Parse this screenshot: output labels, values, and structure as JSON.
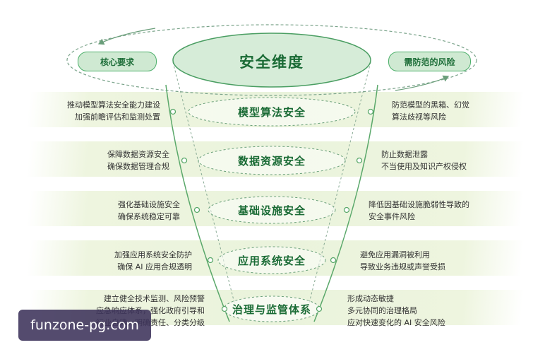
{
  "core": {
    "title": "安全维度"
  },
  "left_pill": {
    "label": "核心要求"
  },
  "right_pill": {
    "label": "需防范的风险"
  },
  "layers": [
    {
      "title": "模型算法安全",
      "left": [
        "推动模型算法安全能力建设",
        "加强前瞻评估和监测处置"
      ],
      "right": [
        "防范模型的黑箱、幻觉",
        "算法歧视等风险"
      ]
    },
    {
      "title": "数据资源安全",
      "left": [
        "保障数据资源安全",
        "确保数据管理合规"
      ],
      "right": [
        "防止数据泄露",
        "不当使用及知识产权侵权"
      ]
    },
    {
      "title": "基础设施安全",
      "left": [
        "强化基础设施安全",
        "确保系统稳定可靠"
      ],
      "right": [
        "降低因基础设施脆弱性导致的",
        "安全事件风险"
      ]
    },
    {
      "title": "应用系统安全",
      "left": [
        "加强应用系统安全防护",
        "确保 AI 应用合规透明"
      ],
      "right": [
        "避免应用漏洞被利用",
        "导致业务违规或声誉受损"
      ]
    },
    {
      "title": "治理与监管体系",
      "left": [
        "建立健全技术监测、风险预警",
        "应急响应体系，强化政府引导和",
        "行业自律，明确责任、分类分级"
      ],
      "right": [
        "形成动态敏捷",
        "多元协同的治理格局",
        "应对快速变化的 AI 安全风险"
      ]
    }
  ],
  "watermark": {
    "text": "funzone-pg.com"
  }
}
